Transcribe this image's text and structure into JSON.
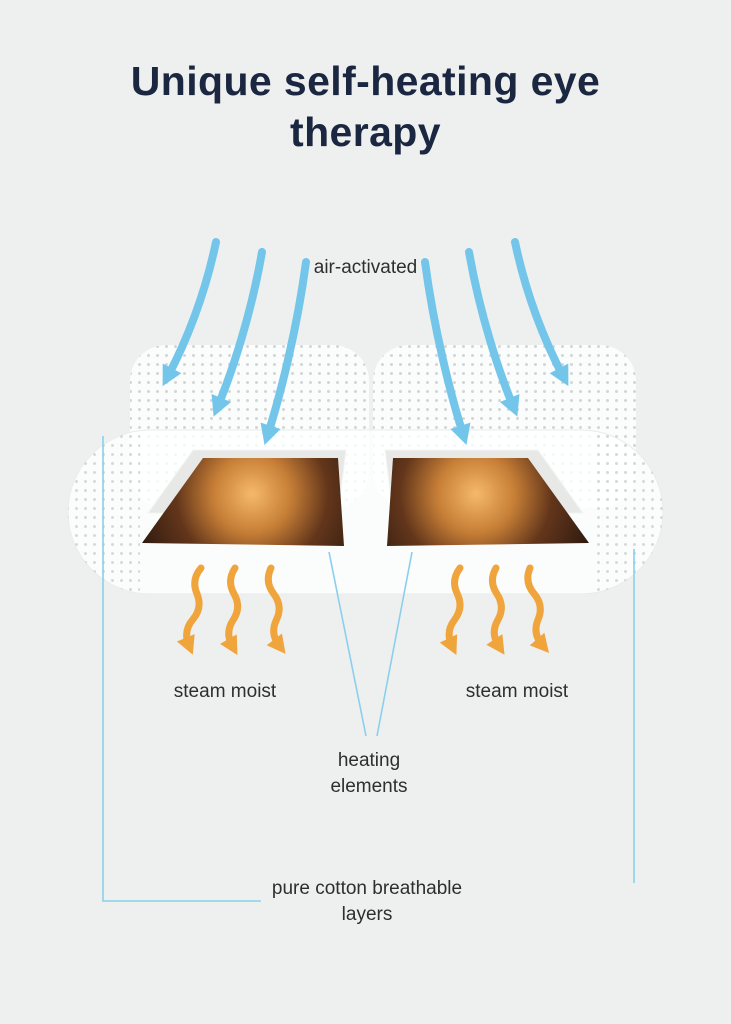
{
  "title": "Unique self-heating eye therapy",
  "annotations": {
    "air_activated": "air-activated",
    "steam_moist_left": "steam moist",
    "steam_moist_right": "steam moist",
    "heating_elements": "heating elements",
    "pure_cotton_layers": "pure cotton breathable layers"
  },
  "colors": {
    "background": "#eef0ef",
    "title_text": "#1b2740",
    "body_text": "#2e2e2e",
    "arrow_blue": "#73c6ea",
    "arrow_orange": "#f0a43c",
    "pointer_line": "#8bcfec",
    "dot": "#d3d6d6",
    "mask_white": "#fbfcfc",
    "heating_frame_brown": "#2e1a0f",
    "heating_glow_amber": "#f6b96a"
  }
}
